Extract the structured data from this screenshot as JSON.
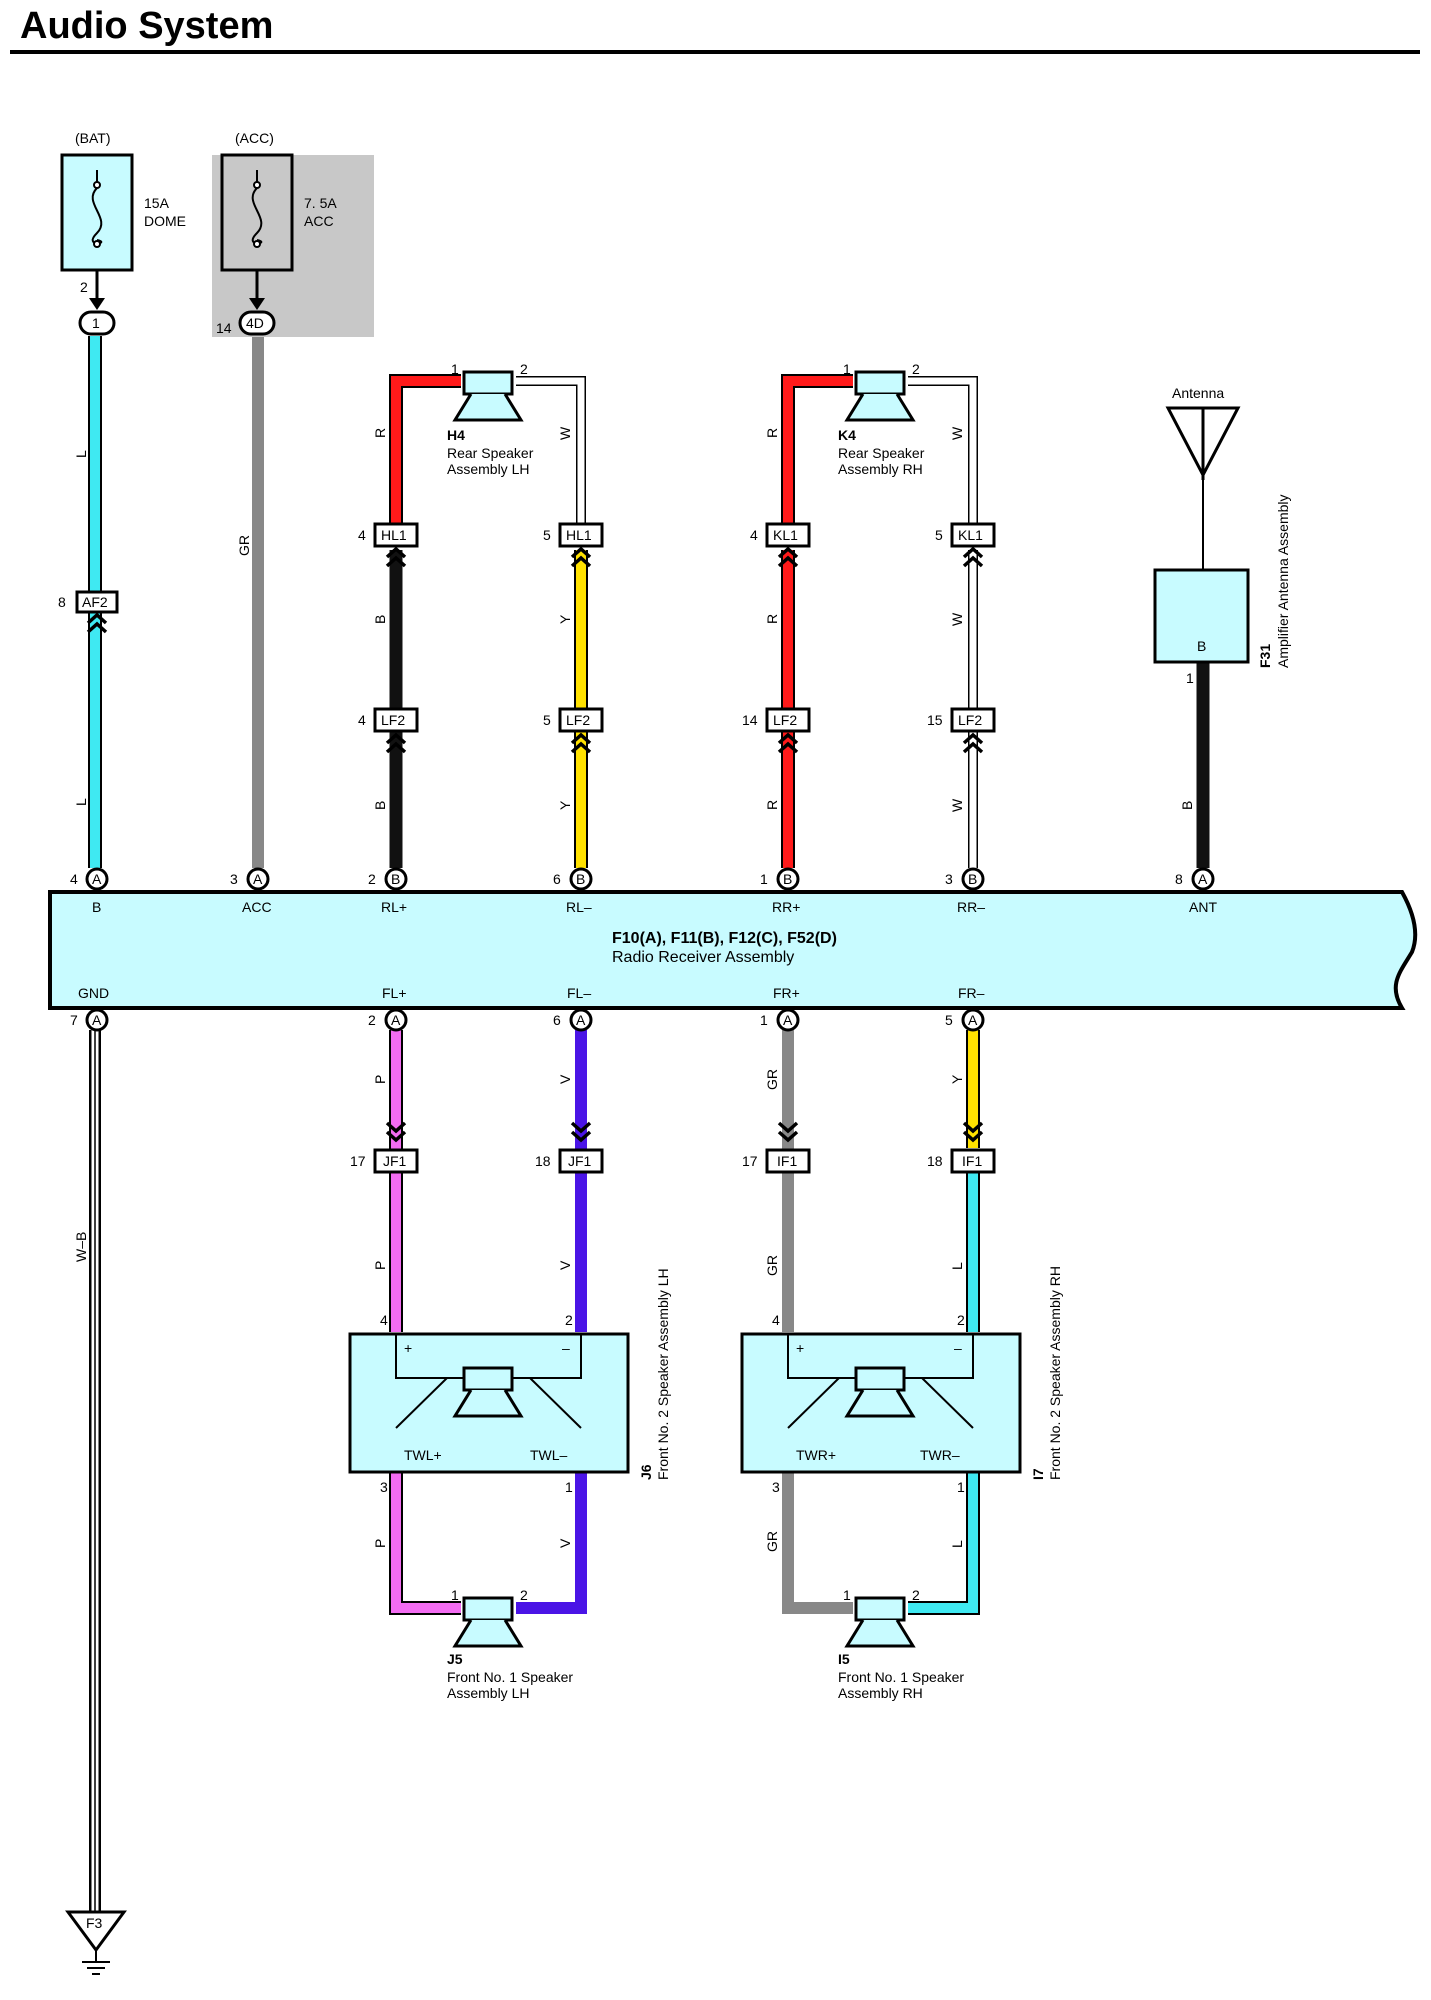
{
  "title": "Audio System",
  "colors": {
    "L": "#3fe9f2",
    "GR": "#888888",
    "R": "#ff1a1a",
    "B": "#111111",
    "Y": "#ffe100",
    "W": "#ffffff",
    "P": "#f36cf2",
    "V": "#4a14e6",
    "component_fill": "#c8fbff",
    "shade": "#c8c8c8"
  },
  "fuses": {
    "bat": {
      "source": "(BAT)",
      "rating": "15A",
      "name": "DOME",
      "pin": "2",
      "conn_pin": "1"
    },
    "acc": {
      "source": "(ACC)",
      "rating": "7. 5A",
      "name": "ACC",
      "pin_num": "14",
      "conn": "4D"
    }
  },
  "receiver": {
    "title": "F10(A), F11(B), F12(C), F52(D)",
    "name": "Radio Receiver Assembly",
    "top_pins": [
      {
        "num": "4",
        "conn": "A",
        "label": "B"
      },
      {
        "num": "3",
        "conn": "A",
        "label": "ACC"
      },
      {
        "num": "2",
        "conn": "B",
        "label": "RL+"
      },
      {
        "num": "6",
        "conn": "B",
        "label": "RL–"
      },
      {
        "num": "1",
        "conn": "B",
        "label": "RR+"
      },
      {
        "num": "3",
        "conn": "B",
        "label": "RR–"
      },
      {
        "num": "8",
        "conn": "A",
        "label": "ANT"
      }
    ],
    "bottom_pins": [
      {
        "num": "7",
        "conn": "A",
        "label": "GND"
      },
      {
        "num": "2",
        "conn": "A",
        "label": "FL+"
      },
      {
        "num": "6",
        "conn": "A",
        "label": "FL–"
      },
      {
        "num": "1",
        "conn": "A",
        "label": "FR+"
      },
      {
        "num": "5",
        "conn": "A",
        "label": "FR–"
      }
    ]
  },
  "connectors": {
    "af2": {
      "num": "8",
      "name": "AF2"
    },
    "hl1_a": {
      "num": "4",
      "name": "HL1"
    },
    "hl1_b": {
      "num": "5",
      "name": "HL1"
    },
    "kl1_a": {
      "num": "4",
      "name": "KL1"
    },
    "kl1_b": {
      "num": "5",
      "name": "KL1"
    },
    "lf2_1": {
      "num": "4",
      "name": "LF2"
    },
    "lf2_2": {
      "num": "5",
      "name": "LF2"
    },
    "lf2_3": {
      "num": "14",
      "name": "LF2"
    },
    "lf2_4": {
      "num": "15",
      "name": "LF2"
    },
    "jf1_a": {
      "num": "17",
      "name": "JF1"
    },
    "jf1_b": {
      "num": "18",
      "name": "JF1"
    },
    "if1_a": {
      "num": "17",
      "name": "IF1"
    },
    "if1_b": {
      "num": "18",
      "name": "IF1"
    }
  },
  "wire_labels": {
    "bat_top": "L",
    "bat_bottom": "L",
    "acc": "GR",
    "h4_r": "R",
    "h4_w": "W",
    "rl_plus_mid": "B",
    "rl_plus_low": "B",
    "rl_minus_mid": "Y",
    "rl_minus_low": "Y",
    "k4_r": "R",
    "k4_w": "W",
    "rr_plus_mid": "R",
    "rr_plus_low": "R",
    "rr_minus_mid": "W",
    "rr_minus_low": "W",
    "ant": "B",
    "gnd": "W–B",
    "fl_plus_up": "P",
    "fl_plus_low": "P",
    "fl_minus_up": "V",
    "fl_minus_low": "V",
    "fr_plus_up": "GR",
    "fr_plus_low": "GR",
    "fr_minus_up": "Y",
    "fr_minus_low": "L",
    "j5_p": "P",
    "j5_v": "V",
    "i5_gr": "GR",
    "i5_l": "L"
  },
  "speakers": {
    "h4": {
      "code": "H4",
      "line1": "Rear Speaker",
      "line2": "Assembly LH",
      "pin1": "1",
      "pin2": "2"
    },
    "k4": {
      "code": "K4",
      "line1": "Rear Speaker",
      "line2": "Assembly RH",
      "pin1": "1",
      "pin2": "2"
    },
    "j5": {
      "code": "J5",
      "line1": "Front No. 1 Speaker",
      "line2": "Assembly LH",
      "pin1": "1",
      "pin2": "2"
    },
    "i5": {
      "code": "I5",
      "line1": "Front No. 1 Speaker",
      "line2": "Assembly RH",
      "pin1": "1",
      "pin2": "2"
    },
    "j6": {
      "code": "J6",
      "name": "Front No. 2 Speaker Assembly LH",
      "plus": "+",
      "minus": "–",
      "tw_plus": "TWL+",
      "tw_minus": "TWL–",
      "p4": "4",
      "p2": "2",
      "p3": "3",
      "p1": "1"
    },
    "i7": {
      "code": "I7",
      "name": "Front No. 2 Speaker Assembly RH",
      "plus": "+",
      "minus": "–",
      "tw_plus": "TWR+",
      "tw_minus": "TWR–",
      "p4": "4",
      "p2": "2",
      "p3": "3",
      "p1": "1"
    }
  },
  "antenna": {
    "label": "Antenna",
    "code": "F31",
    "name": "Amplifier Antenna Assembly",
    "box_pin": "B",
    "pin": "1"
  },
  "ground": {
    "code": "F3"
  }
}
